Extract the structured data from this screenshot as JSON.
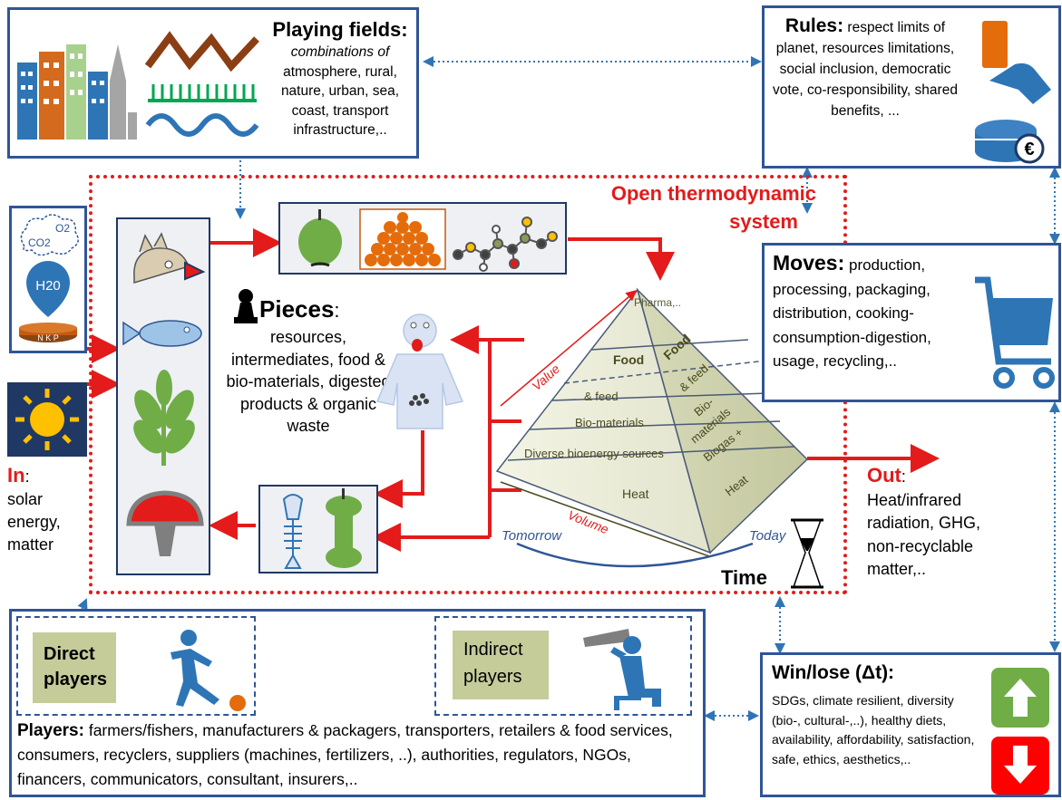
{
  "playing_fields": {
    "title": "Playing fields:",
    "subtitle": "combinations of",
    "text": "atmosphere, rural, nature, urban, sea, coast, transport infrastructure,.."
  },
  "rules": {
    "title": "Rules:",
    "text": "respect limits of planet, resources limitations, social inclusion, democratic vote, co-responsibility, shared benefits, ...",
    "coin_symbol": "€"
  },
  "open_system": {
    "line1": "Open thermodynamic",
    "line2": "system"
  },
  "inputs": {
    "o2": "O2",
    "co2": "CO2",
    "h2o": "H20",
    "nkp": "N K P"
  },
  "in_label": {
    "title": "In",
    "colon": ":",
    "text": "solar energy, matter"
  },
  "pieces": {
    "title": "Pieces",
    "colon": ":",
    "text": "resources, intermediates, food & bio-materials, digested products & organic waste"
  },
  "moves": {
    "title": "Moves:",
    "text": "production, processing, packaging, distribution, cooking-consumption-digestion, usage, recycling,.."
  },
  "pyramid": {
    "pharma": "Pharma,..",
    "food_left": "Food",
    "feed_left": "& feed",
    "food_right": "Food",
    "feed_right": "& feed",
    "biomaterials_left": "Bio-materials",
    "biomaterials_right_1": "Bio-",
    "biomaterials_right_2": "materials",
    "bioenergy_left": "Diverse bioenergy sources",
    "biogas_right": "Biogas +",
    "heat_left": "Heat",
    "heat_right": "Heat",
    "value_axis": "Value",
    "volume_axis": "Volume",
    "tomorrow": "Tomorrow",
    "today": "Today"
  },
  "time_label": "Time",
  "out_label": {
    "title": "Out",
    "colon": ":",
    "text": "Heat/infrared radiation, GHG, non-recyclable matter,.."
  },
  "players": {
    "direct_line1": "Direct",
    "direct_line2": "players",
    "indirect_line1": "Indirect",
    "indirect_line2": "players",
    "title": "Players:",
    "text": "farmers/fishers, manufacturers & packagers, transporters, retailers & food services, consumers, recyclers, suppliers (machines, fertilizers, ..), authorities, regulators, NGOs, financers, communicators, consultant, insurers,.."
  },
  "win_lose": {
    "title": "Win/lose (Δt):",
    "text": "SDGs, climate resilient, diversity (bio-, cultural-,..), healthy diets, availability, affordability, satisfaction, safe, ethics, aesthetics,.."
  },
  "colors": {
    "box_border": "#2f5597",
    "arrow_red": "#e31b1b",
    "win_green": "#70ad47",
    "lose_red": "#ff0000",
    "olive": "#c5cc9a"
  }
}
